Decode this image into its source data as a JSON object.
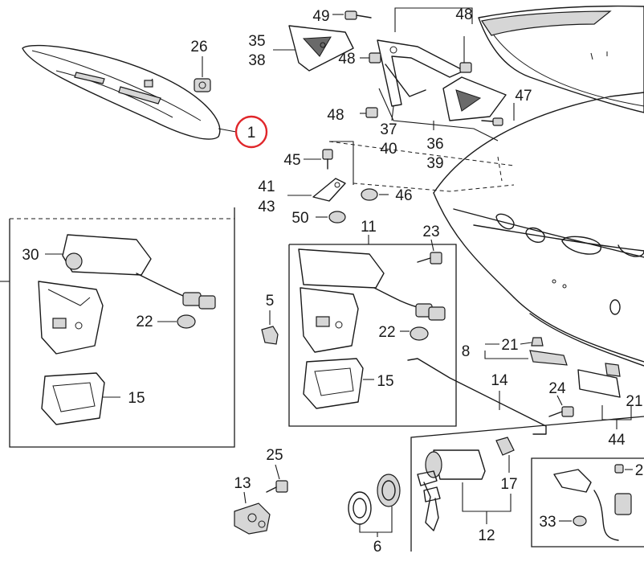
{
  "highlight_color": "#e0262a",
  "highlighted_callout": "1",
  "callouts": {
    "c1": "1",
    "c5": "5",
    "c6": "6",
    "c8": "8",
    "c11": "11",
    "c12": "12",
    "c13": "13",
    "c14": "14",
    "c15a": "15",
    "c15b": "15",
    "c17": "17",
    "c21a": "21",
    "c21b": "21",
    "c22a": "22",
    "c22b": "22",
    "c23": "23",
    "c24": "24",
    "c25": "25",
    "c26": "26",
    "c30": "30",
    "c33": "33",
    "c2": "2",
    "c35": "35",
    "c36": "36",
    "c37": "37",
    "c38": "38",
    "c39": "39",
    "c40": "40",
    "c41": "41",
    "c43": "43",
    "c44": "44",
    "c45": "45",
    "c46": "46",
    "c47": "47",
    "c48a": "48",
    "c48b": "48",
    "c48c": "48",
    "c49": "49",
    "c50": "50"
  }
}
